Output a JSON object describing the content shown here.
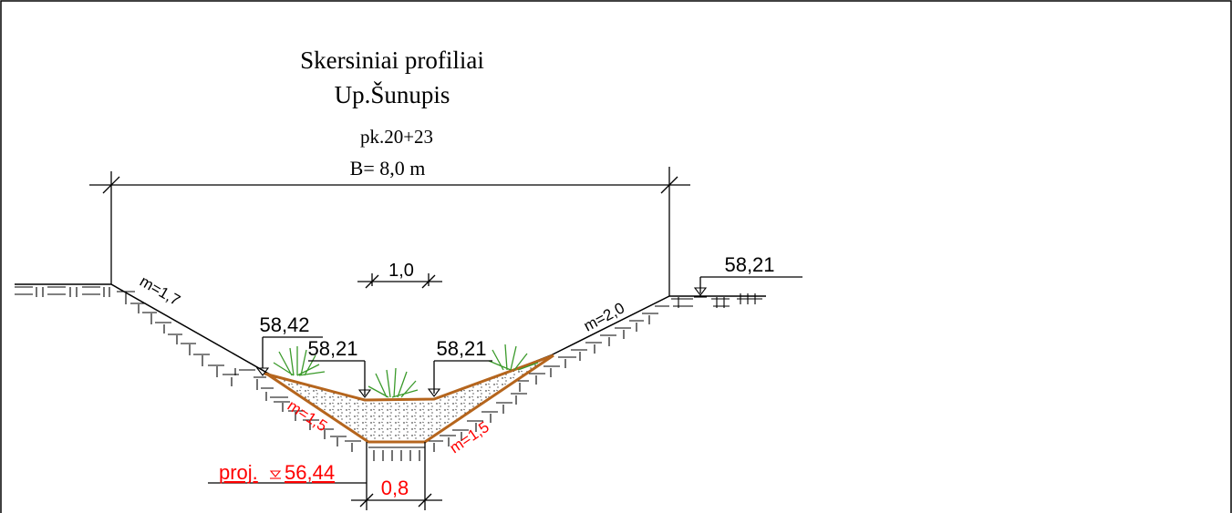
{
  "header": {
    "title": "Skersiniai profiliai",
    "river": "Up.Šunupis",
    "station": "pk.20+23",
    "top_width": "B= 8,0 m"
  },
  "dimensions": {
    "scale_bar": "1,0",
    "bottom_width": "0,8"
  },
  "slopes": {
    "left_existing": "m=1,7",
    "right_existing": "m=2,0",
    "left_design": "m=1,5",
    "right_design": "m=1,5"
  },
  "elevations": {
    "right_bank": "58,21",
    "left_sediment_top": "58,42",
    "bed_left": "58,21",
    "bed_right": "58,21",
    "design_label": "proj.",
    "design_value": "56,44"
  },
  "colors": {
    "line": "#000000",
    "design_text": "#ff0000",
    "sediment_outline": "#b5651d",
    "vegetation": "#3a9a2a",
    "frame": "#000000"
  }
}
